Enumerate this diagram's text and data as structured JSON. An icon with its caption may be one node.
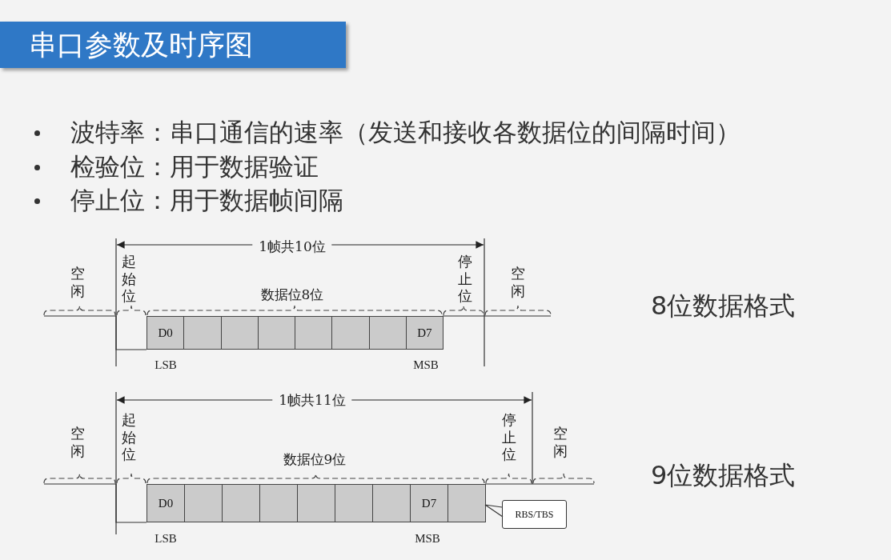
{
  "diagram": {
    "title": "串口参数及时序图",
    "nodes": [
      {
        "text": [
          "D0"
        ]
      },
      {
        "text": [],
        "shape": "box"
      },
      {
        "text": [],
        "shape": "box"
      },
      {
        "text": [],
        "shape": "box"
      },
      {
        "text": [],
        "shape": "box"
      },
      {
        "text": [],
        "shape": "box"
      },
      {
        "text": [],
        "shape": "box"
      },
      {
        "text": [
          "D7"
        ]
      },
      {
        "text": [
          "D0"
        ]
      },
      {
        "text": [],
        "shape": "box"
      },
      {
        "text": [],
        "shape": "box"
      },
      {
        "text": [],
        "shape": "box"
      },
      {
        "text": [],
        "shape": "box"
      },
      {
        "text": [],
        "shape": "box"
      },
      {
        "text": [],
        "shape": "box"
      },
      {
        "text": [
          "D7"
        ]
      },
      {
        "text": [],
        "shape": "box"
      },
      {
        "text": [
          "RBS/TBS"
        ]
      }
    ],
    "edges": [
      {
        "from": 17,
        "to": 16,
        "arrow": "none"
      }
    ],
    "labels": [
      "波特率：串口通信的速率（发送和接收各数据位的间隔时间）",
      "检验位：用于数据验证",
      "停止位：用于数据帧间隔",
      "1帧共10位",
      "空闲",
      "起始位",
      "数据位8位",
      "停止位",
      "空闲",
      "8位数据格式",
      "LSB",
      "MSB",
      "1帧共11位",
      "空闲",
      "起始位",
      "数据位9位",
      "停止位",
      "空闲",
      "9位数据格式",
      "LSB",
      "MSB"
    ]
  }
}
